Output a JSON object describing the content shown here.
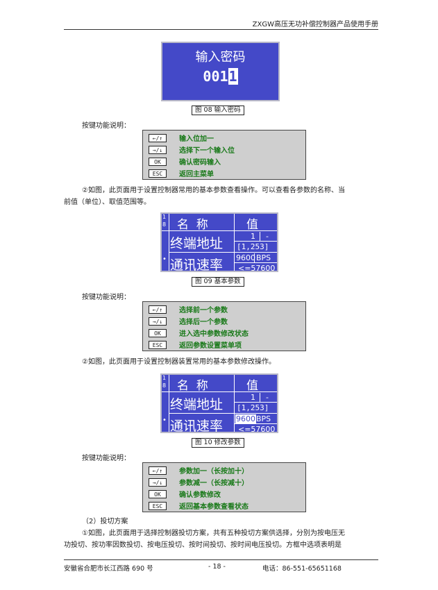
{
  "header": {
    "title": "ZXGW高压无功补偿控制器产品使用手册"
  },
  "fig08": {
    "screen_title": "输入密码",
    "code_prefix": "001",
    "code_cursor": "1",
    "caption": "图 08  输入密码"
  },
  "keys_label": "按键功能说明：",
  "keys1": [
    {
      "key": "←/↑",
      "desc": "输入位加一"
    },
    {
      "key": "→/↓",
      "desc": "选择下一个输入位"
    },
    {
      "key": "OK",
      "desc": "确认密码输入"
    },
    {
      "key": "ESC",
      "desc": "返回主菜单"
    }
  ],
  "para1_line1": "②如图，此页面用于设置控制器常用的基本参数查看操作。可以查看各参数的名称、当",
  "para1_line2": "前值（单位）、取值范围等。",
  "lcd_common": {
    "page_num_top": "1",
    "page_num_bot": "8",
    "col_name": "名  称",
    "col_value": "值",
    "row1_name": "终端地址",
    "row1_value": "1",
    "row1_unit": "-",
    "row1_range": "[1,253]",
    "row2_marker": "•",
    "row2_name": "通讯速率",
    "row2_value": "9600",
    "row2_unit": "BPS",
    "row2_range": "<=57600"
  },
  "fig09": {
    "caption": "图 09  基本参数"
  },
  "keys2": [
    {
      "key": "←/↑",
      "desc": "选择前一个参数"
    },
    {
      "key": "→/↓",
      "desc": "选择后一个参数"
    },
    {
      "key": "OK",
      "desc": "进入选中参数修改状态"
    },
    {
      "key": "ESC",
      "desc": "返回参数设置菜单项"
    }
  ],
  "para2": "②如图，此页面用于设置控制器装置常用的基本参数修改操作。",
  "fig10": {
    "caption": "图 10  修改参数"
  },
  "keys3": [
    {
      "key": "←/↑",
      "desc": "参数加一（长按加十）"
    },
    {
      "key": "→/↓",
      "desc": "参数减一（长按减十）"
    },
    {
      "key": "OK",
      "desc": "确认参数修改"
    },
    {
      "key": "ESC",
      "desc": "返回基本参数查看状态"
    }
  ],
  "section2": "（2）投切方案",
  "para3_line1": "①如图，此页面用于选择控制器投切方案，共有五种投切方案供选择，分别为按电压无",
  "para3_line2": "功投切、按功率因数投切、按电压投切、按时间投切、按时间电压投切。方框中选项表明是",
  "footer": {
    "address": "安徽省合肥市长江西路 690 号",
    "page": "- 18 -",
    "phone": "电话：86-551-65651168"
  }
}
